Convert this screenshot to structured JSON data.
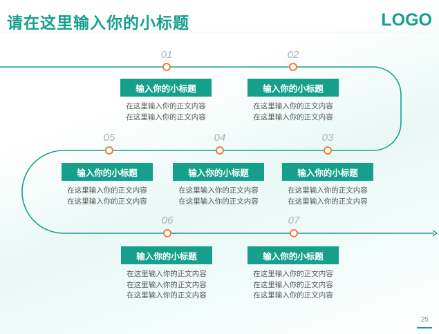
{
  "header": {
    "title": "请在这里输入你的小标题",
    "logo": "LOGO"
  },
  "colors": {
    "accent": "#16a08c",
    "node": "#f07b32"
  },
  "steps": [
    {
      "num": "01",
      "subtitle": "输入你的小标题",
      "lines": [
        "在这里输入你的正文内容",
        "在这里输入你的正文内容"
      ]
    },
    {
      "num": "02",
      "subtitle": "输入你的小标题",
      "lines": [
        "在这里输入你的正文内容",
        "在这里输入你的正文内容"
      ]
    },
    {
      "num": "03",
      "subtitle": "输入你的小标题",
      "lines": [
        "在这里输入你的正文内容",
        "在这里输入你的正文内容"
      ]
    },
    {
      "num": "04",
      "subtitle": "输入你的小标题",
      "lines": [
        "在这里输入你的正文内容",
        "在这里输入你的正文内容"
      ]
    },
    {
      "num": "05",
      "subtitle": "输入你的小标题",
      "lines": [
        "在这里输入你的正文内容",
        "在这里输入你的正文内容"
      ]
    },
    {
      "num": "06",
      "subtitle": "输入你的小标题",
      "lines": [
        "在这里输入你的正文内容",
        "在这里输入你的正文内容",
        "在这里输入你的正文内容"
      ]
    },
    {
      "num": "07",
      "subtitle": "输入你的小标题",
      "lines": [
        "在这里输入你的正文内容",
        "在这里输入你的正文内容",
        "在这里输入你的正文内容"
      ]
    }
  ],
  "footer": {
    "page_number": "25"
  }
}
